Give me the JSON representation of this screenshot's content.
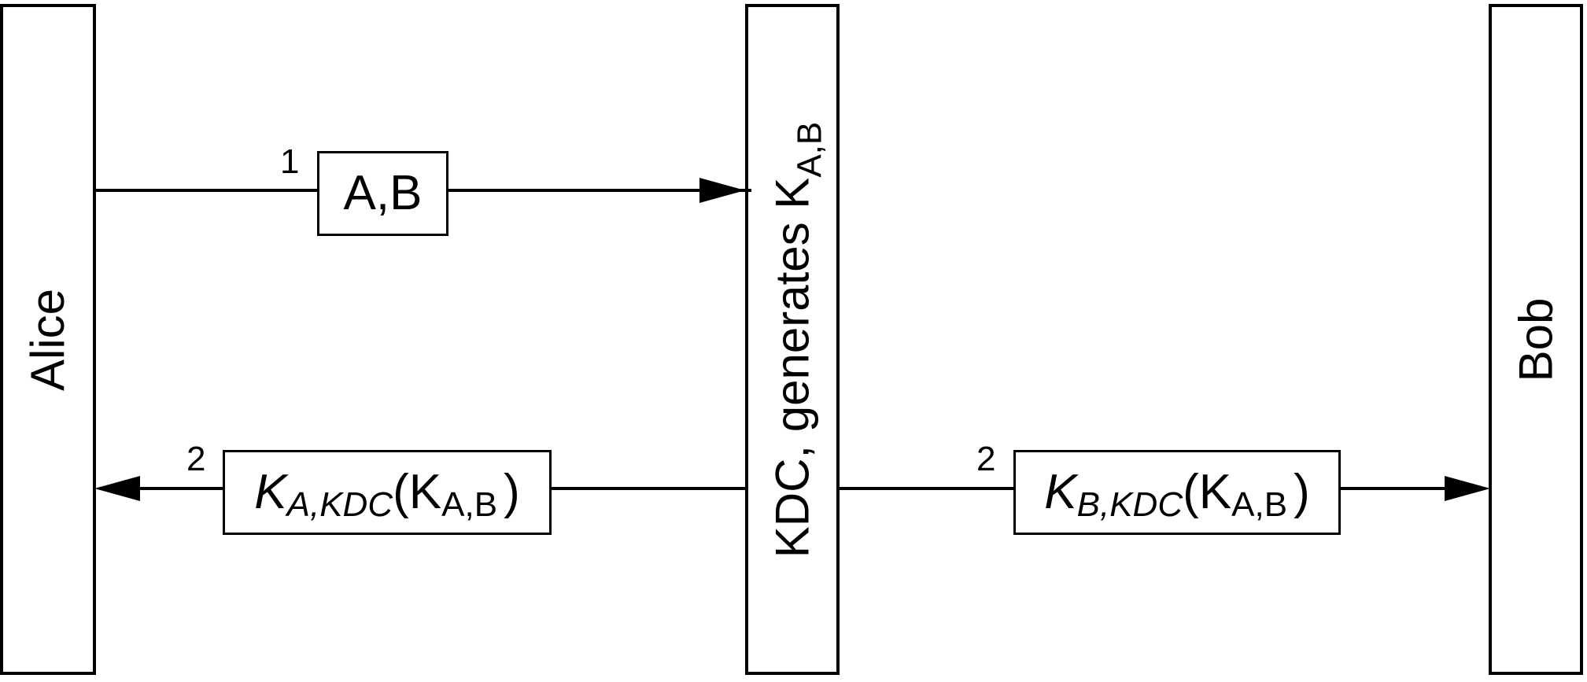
{
  "participants": {
    "alice": "Alice",
    "kdc_prefix": "KDC, generates ",
    "kdc_key": "K",
    "kdc_key_sub": "A,B",
    "bob": "Bob"
  },
  "messages": {
    "m1": {
      "step": "1",
      "text": "A,B"
    },
    "m2_alice": {
      "step": "2",
      "k": "K",
      "k_sub": "A,KDC",
      "open": "(",
      "inner": "K",
      "inner_sub": "A,B",
      "close": ")"
    },
    "m2_bob": {
      "step": "2",
      "k": "K",
      "k_sub": "B,KDC",
      "open": "(",
      "inner": "K",
      "inner_sub": "A,B",
      "close": ")"
    }
  }
}
